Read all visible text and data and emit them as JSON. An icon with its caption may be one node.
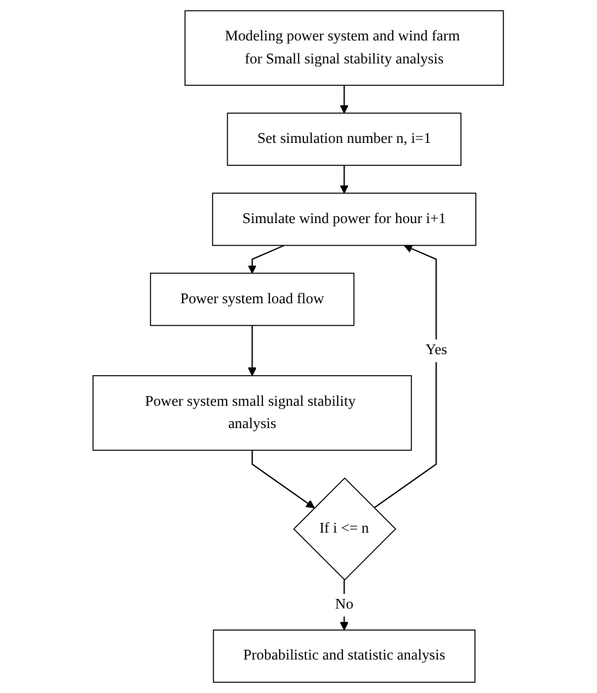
{
  "diagram": {
    "nodes": [
      {
        "text": [
          "Modeling power system and wind farm for Small signal stability analysis"
        ]
      },
      {
        "text": [
          "Set simulation number n, i=1"
        ]
      },
      {
        "text": [
          "Simulate wind power for hour i+1"
        ]
      },
      {
        "text": [
          "Power system load flow"
        ]
      },
      {
        "text": [
          "Power system small signal stability analysis"
        ]
      },
      {
        "text": [
          "If i <= n"
        ]
      },
      {
        "text": [
          "Probabilistic and statistic analysis"
        ]
      }
    ],
    "edges": [
      {
        "from": 0,
        "to": 1,
        "arrow": "to"
      },
      {
        "from": 1,
        "to": 2,
        "arrow": "to"
      },
      {
        "from": 2,
        "to": 3,
        "arrow": "to"
      },
      {
        "from": 3,
        "to": 4,
        "arrow": "to"
      },
      {
        "from": 4,
        "to": 5,
        "arrow": "to"
      },
      {
        "from": 5,
        "to": 2,
        "arrow": "to",
        "label": "Yes"
      },
      {
        "from": 5,
        "to": 6,
        "arrow": "to",
        "label": "No"
      }
    ]
  }
}
